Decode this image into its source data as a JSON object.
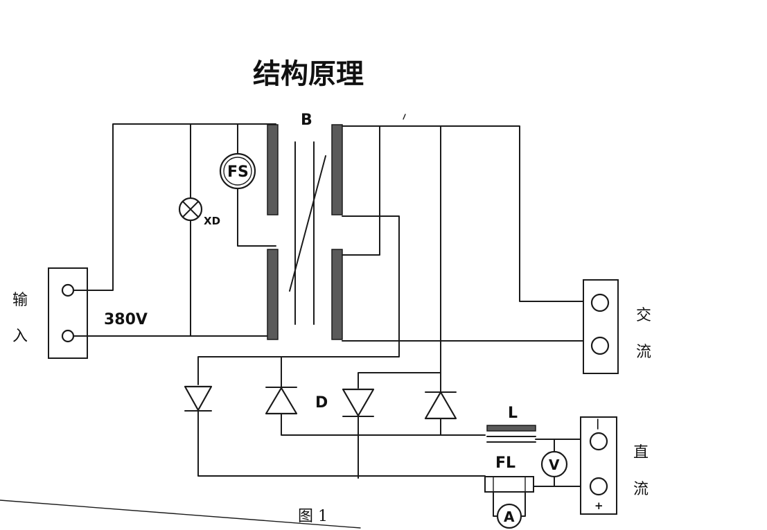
{
  "title": "结构原理",
  "caption": "图 1",
  "labels": {
    "transformer": "B",
    "fan": "FS",
    "lamp": "XD",
    "diodes": "D",
    "inductor": "L",
    "shunt": "FL",
    "ammeter": "A",
    "voltmeter": "V",
    "voltage": "380V"
  },
  "terminals": {
    "input": [
      "输",
      "入"
    ],
    "ac": [
      "交",
      "流"
    ],
    "dc": [
      "直",
      "流"
    ],
    "dc_polarity": [
      "|",
      "+"
    ]
  }
}
